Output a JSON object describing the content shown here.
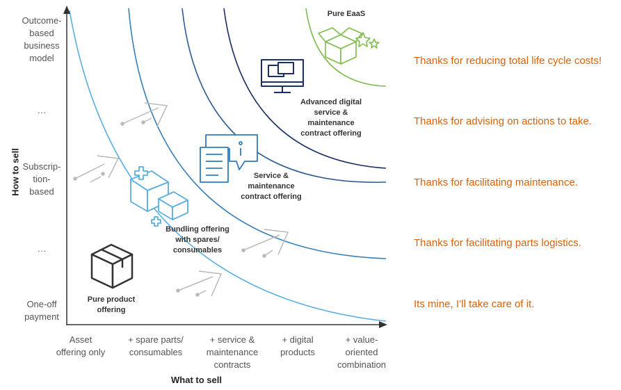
{
  "y_axis": {
    "title": "How to sell",
    "labels": [
      "Outcome-\nbased\nbusiness\nmodel",
      "…",
      "Subscrip-\ntion-\nbased",
      "…",
      "One-off\npayment"
    ]
  },
  "x_axis": {
    "title": "What to sell",
    "labels": [
      "Asset\noffering only",
      "+ spare parts/\nconsumables",
      "+ service &\nmaintenance\ncontracts",
      "+ digital\nproducts",
      "+ value-\noriented\ncombination"
    ]
  },
  "stages": [
    {
      "label": "Pure product\noffering",
      "icon": "box-icon"
    },
    {
      "label": "Bundling offering\nwith spares/\nconsumables",
      "icon": "medical-boxes-icon"
    },
    {
      "label": "Service &\nmaintenance\ncontract offering",
      "icon": "document-chat-icon"
    },
    {
      "label": "Advanced digital\nservice &\nmaintenance\ncontract offering",
      "icon": "monitor-icon"
    },
    {
      "label": "Pure EaaS",
      "icon": "open-box-stars-icon"
    }
  ],
  "outcomes": [
    "Thanks for reducing total life cycle costs!",
    "Thanks for advising on actions to take.",
    "Thanks for facilitating maintenance.",
    "Thanks for facilitating parts logistics.",
    "Its mine, I’ll take care of it."
  ],
  "colors": {
    "curve_1": "#5aaee0",
    "curve_2": "#3a80b8",
    "curve_3": "#2f5c93",
    "curve_4": "#1b2f66",
    "curve_5": "#7dbb4a",
    "outcome_text": "#d9620a",
    "arrow": "#b9b9b9"
  }
}
